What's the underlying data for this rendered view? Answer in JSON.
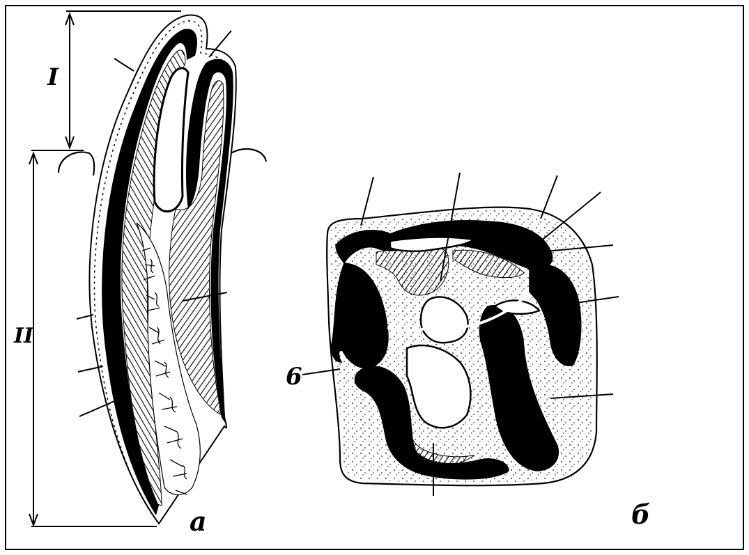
{
  "figure": {
    "panel_a_label": "а",
    "panel_b_label": "б",
    "dimension_upper_label": "I",
    "dimension_lower_label": "II",
    "callout_label": "6"
  },
  "colors": {
    "ink": "#000000",
    "paper": "#ffffff"
  }
}
